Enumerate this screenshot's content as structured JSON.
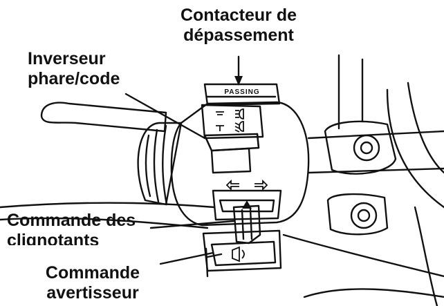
{
  "labels": {
    "passing_switch": {
      "line1": "Contacteur de",
      "line2": "dépassement"
    },
    "dimmer_switch": {
      "line1": "Inverseur",
      "line2": "phare/code"
    },
    "turn_signal_switch": {
      "line1": "Commande des",
      "line2": "clignotants"
    },
    "horn_button": {
      "line1": "Commande",
      "line2": "avertisseur"
    }
  },
  "switch_housing": {
    "marking": "PASSING"
  },
  "colors": {
    "ink": "#111111",
    "background": "#ffffff"
  },
  "icons": [
    "high-beam-icon",
    "low-beam-icon",
    "left-arrow-icon",
    "right-arrow-icon",
    "horn-icon",
    "triangle-icon"
  ]
}
